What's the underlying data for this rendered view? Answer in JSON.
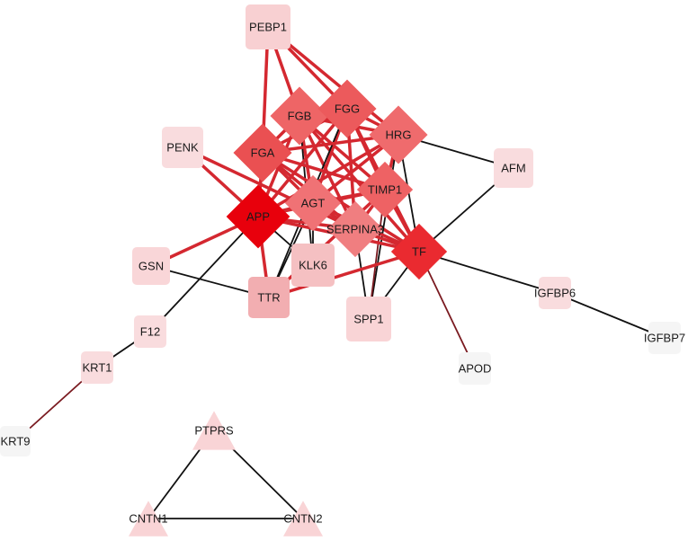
{
  "nodes": [
    {
      "id": "PEBP1",
      "label": "PEBP1",
      "shape": "square",
      "fill": "#f8d0d2"
    },
    {
      "id": "FGB",
      "label": "FGB",
      "shape": "diamond",
      "fill": "#ee6566"
    },
    {
      "id": "FGG",
      "label": "FGG",
      "shape": "diamond",
      "fill": "#ec5a5c"
    },
    {
      "id": "FGA",
      "label": "FGA",
      "shape": "diamond",
      "fill": "#ea5052"
    },
    {
      "id": "HRG",
      "label": "HRG",
      "shape": "diamond",
      "fill": "#ef6b6d"
    },
    {
      "id": "PENK",
      "label": "PENK",
      "shape": "square",
      "fill": "#f9dcde"
    },
    {
      "id": "AFM",
      "label": "AFM",
      "shape": "square",
      "fill": "#f9dcde"
    },
    {
      "id": "AGT",
      "label": "AGT",
      "shape": "diamond",
      "fill": "#f07275"
    },
    {
      "id": "TIMP1",
      "label": "TIMP1",
      "shape": "diamond",
      "fill": "#ee6264"
    },
    {
      "id": "APP",
      "label": "APP",
      "shape": "diamond",
      "fill": "#e8000c"
    },
    {
      "id": "SERPINA3",
      "label": "SERPINA3",
      "shape": "diamond",
      "fill": "#f07e80"
    },
    {
      "id": "TF",
      "label": "TF",
      "shape": "diamond",
      "fill": "#ea2a30"
    },
    {
      "id": "GSN",
      "label": "GSN",
      "shape": "square",
      "fill": "#f9d6d8"
    },
    {
      "id": "KLK6",
      "label": "KLK6",
      "shape": "square",
      "fill": "#f5c0c2"
    },
    {
      "id": "TTR",
      "label": "TTR",
      "shape": "square",
      "fill": "#f2aeb1"
    },
    {
      "id": "SPP1",
      "label": "SPP1",
      "shape": "square",
      "fill": "#f9d4d6"
    },
    {
      "id": "IGFBP6",
      "label": "IGFBP6",
      "shape": "square",
      "fill": "#f9dcde"
    },
    {
      "id": "IGFBP7",
      "label": "IGFBP7",
      "shape": "square",
      "fill": "#f5f5f5"
    },
    {
      "id": "F12",
      "label": "F12",
      "shape": "square",
      "fill": "#f9dcde"
    },
    {
      "id": "APOD",
      "label": "APOD",
      "shape": "square",
      "fill": "#f5f5f5"
    },
    {
      "id": "KRT1",
      "label": "KRT1",
      "shape": "square",
      "fill": "#f9dcde"
    },
    {
      "id": "KRT9",
      "label": "KRT9",
      "shape": "square",
      "fill": "#f5f5f5"
    },
    {
      "id": "PTPRS",
      "label": "PTPRS",
      "shape": "triangle",
      "fill": "#f9d4d6"
    },
    {
      "id": "CNTN1",
      "label": "CNTN1",
      "shape": "triangle",
      "fill": "#f9d4d6"
    },
    {
      "id": "CNTN2",
      "label": "CNTN2",
      "shape": "triangle",
      "fill": "#f9d4d6"
    }
  ],
  "edges": [
    {
      "source": "PEBP1",
      "target": "FGB",
      "color": "#d42830"
    },
    {
      "source": "PEBP1",
      "target": "FGG",
      "color": "#d42830"
    },
    {
      "source": "PEBP1",
      "target": "FGA",
      "color": "#d42830"
    },
    {
      "source": "PEBP1",
      "target": "HRG",
      "color": "#d42830"
    },
    {
      "source": "FGB",
      "target": "FGG",
      "color": "#d42830"
    },
    {
      "source": "FGB",
      "target": "FGA",
      "color": "#d42830"
    },
    {
      "source": "FGB",
      "target": "HRG",
      "color": "#d42830"
    },
    {
      "source": "FGB",
      "target": "APP",
      "color": "#d42830"
    },
    {
      "source": "FGB",
      "target": "AGT",
      "color": "#d42830"
    },
    {
      "source": "FGB",
      "target": "TIMP1",
      "color": "#d42830"
    },
    {
      "source": "FGB",
      "target": "SERPINA3",
      "color": "#d42830"
    },
    {
      "source": "FGB",
      "target": "TF",
      "color": "#d42830"
    },
    {
      "source": "FGB",
      "target": "KLK6",
      "color": "#111111"
    },
    {
      "source": "FGG",
      "target": "FGA",
      "color": "#d42830"
    },
    {
      "source": "FGG",
      "target": "HRG",
      "color": "#d42830"
    },
    {
      "source": "FGG",
      "target": "APP",
      "color": "#d42830"
    },
    {
      "source": "FGG",
      "target": "AGT",
      "color": "#d42830"
    },
    {
      "source": "FGG",
      "target": "TIMP1",
      "color": "#d42830"
    },
    {
      "source": "FGG",
      "target": "SERPINA3",
      "color": "#d42830"
    },
    {
      "source": "FGG",
      "target": "TF",
      "color": "#d42830"
    },
    {
      "source": "FGG",
      "target": "TTR",
      "color": "#111111"
    },
    {
      "source": "FGA",
      "target": "HRG",
      "color": "#d42830"
    },
    {
      "source": "FGA",
      "target": "APP",
      "color": "#d42830"
    },
    {
      "source": "FGA",
      "target": "AGT",
      "color": "#d42830"
    },
    {
      "source": "FGA",
      "target": "TIMP1",
      "color": "#d42830"
    },
    {
      "source": "FGA",
      "target": "SERPINA3",
      "color": "#d42830"
    },
    {
      "source": "FGA",
      "target": "TF",
      "color": "#d42830"
    },
    {
      "source": "HRG",
      "target": "APP",
      "color": "#d42830"
    },
    {
      "source": "HRG",
      "target": "AGT",
      "color": "#d42830"
    },
    {
      "source": "HRG",
      "target": "TIMP1",
      "color": "#d42830"
    },
    {
      "source": "HRG",
      "target": "TF",
      "color": "#111111"
    },
    {
      "source": "HRG",
      "target": "AFM",
      "color": "#111111"
    },
    {
      "source": "HRG",
      "target": "SPP1",
      "color": "#111111"
    },
    {
      "source": "PENK",
      "target": "APP",
      "color": "#d42830"
    },
    {
      "source": "PENK",
      "target": "SERPINA3",
      "color": "#d42830"
    },
    {
      "source": "AFM",
      "target": "TF",
      "color": "#111111"
    },
    {
      "source": "AGT",
      "target": "APP",
      "color": "#d42830"
    },
    {
      "source": "AGT",
      "target": "TIMP1",
      "color": "#d42830"
    },
    {
      "source": "AGT",
      "target": "SERPINA3",
      "color": "#d42830"
    },
    {
      "source": "AGT",
      "target": "TF",
      "color": "#d42830"
    },
    {
      "source": "AGT",
      "target": "TTR",
      "color": "#111111"
    },
    {
      "source": "AGT",
      "target": "KLK6",
      "color": "#111111"
    },
    {
      "source": "TIMP1",
      "target": "APP",
      "color": "#d42830"
    },
    {
      "source": "TIMP1",
      "target": "SERPINA3",
      "color": "#d42830"
    },
    {
      "source": "TIMP1",
      "target": "TF",
      "color": "#d42830"
    },
    {
      "source": "TIMP1",
      "target": "SPP1",
      "color": "#7a1a20"
    },
    {
      "source": "TIMP1",
      "target": "TTR",
      "color": "#d42830"
    },
    {
      "source": "APP",
      "target": "SERPINA3",
      "color": "#d42830"
    },
    {
      "source": "APP",
      "target": "TF",
      "color": "#d42830"
    },
    {
      "source": "APP",
      "target": "GSN",
      "color": "#d42830"
    },
    {
      "source": "APP",
      "target": "TTR",
      "color": "#d42830"
    },
    {
      "source": "APP",
      "target": "KLK6",
      "color": "#111111"
    },
    {
      "source": "APP",
      "target": "F12",
      "color": "#111111"
    },
    {
      "source": "SERPINA3",
      "target": "TF",
      "color": "#d42830"
    },
    {
      "source": "SERPINA3",
      "target": "SPP1",
      "color": "#111111"
    },
    {
      "source": "TF",
      "target": "TTR",
      "color": "#d42830"
    },
    {
      "source": "TF",
      "target": "SPP1",
      "color": "#111111"
    },
    {
      "source": "TF",
      "target": "IGFBP6",
      "color": "#111111"
    },
    {
      "source": "TF",
      "target": "APOD",
      "color": "#7a1a20"
    },
    {
      "source": "GSN",
      "target": "TTR",
      "color": "#111111"
    },
    {
      "source": "IGFBP6",
      "target": "IGFBP7",
      "color": "#111111"
    },
    {
      "source": "F12",
      "target": "KRT1",
      "color": "#111111"
    },
    {
      "source": "KRT1",
      "target": "KRT9",
      "color": "#7a1a20"
    },
    {
      "source": "PTPRS",
      "target": "CNTN1",
      "color": "#111111"
    },
    {
      "source": "PTPRS",
      "target": "CNTN2",
      "color": "#111111"
    },
    {
      "source": "CNTN1",
      "target": "CNTN2",
      "color": "#111111"
    }
  ]
}
